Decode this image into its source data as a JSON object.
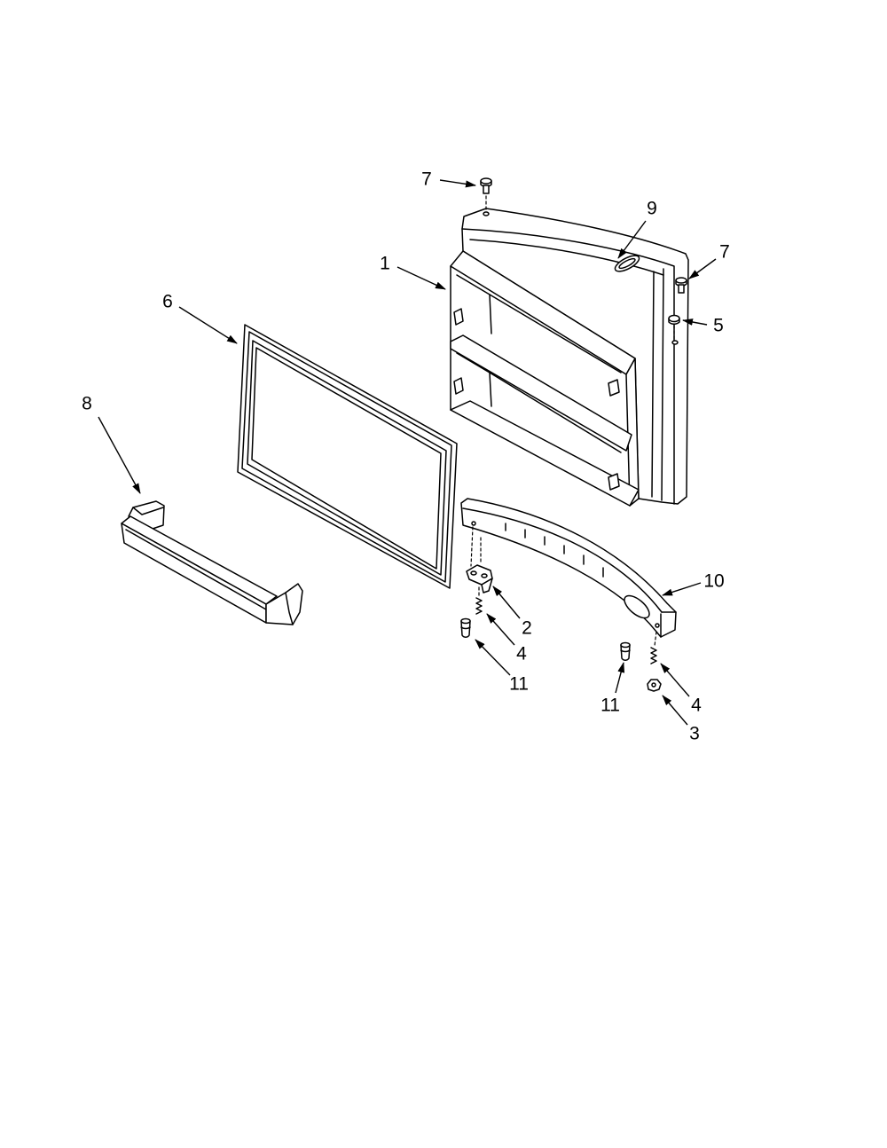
{
  "callouts": [
    {
      "label": "7"
    },
    {
      "label": "9"
    },
    {
      "label": "7"
    },
    {
      "label": "1"
    },
    {
      "label": "6"
    },
    {
      "label": "5"
    },
    {
      "label": "8"
    },
    {
      "label": "10"
    },
    {
      "label": "2"
    },
    {
      "label": "4"
    },
    {
      "label": "11"
    },
    {
      "label": "11"
    },
    {
      "label": "4"
    },
    {
      "label": "3"
    }
  ],
  "colors": {
    "line": "#000000",
    "background": "#ffffff"
  }
}
